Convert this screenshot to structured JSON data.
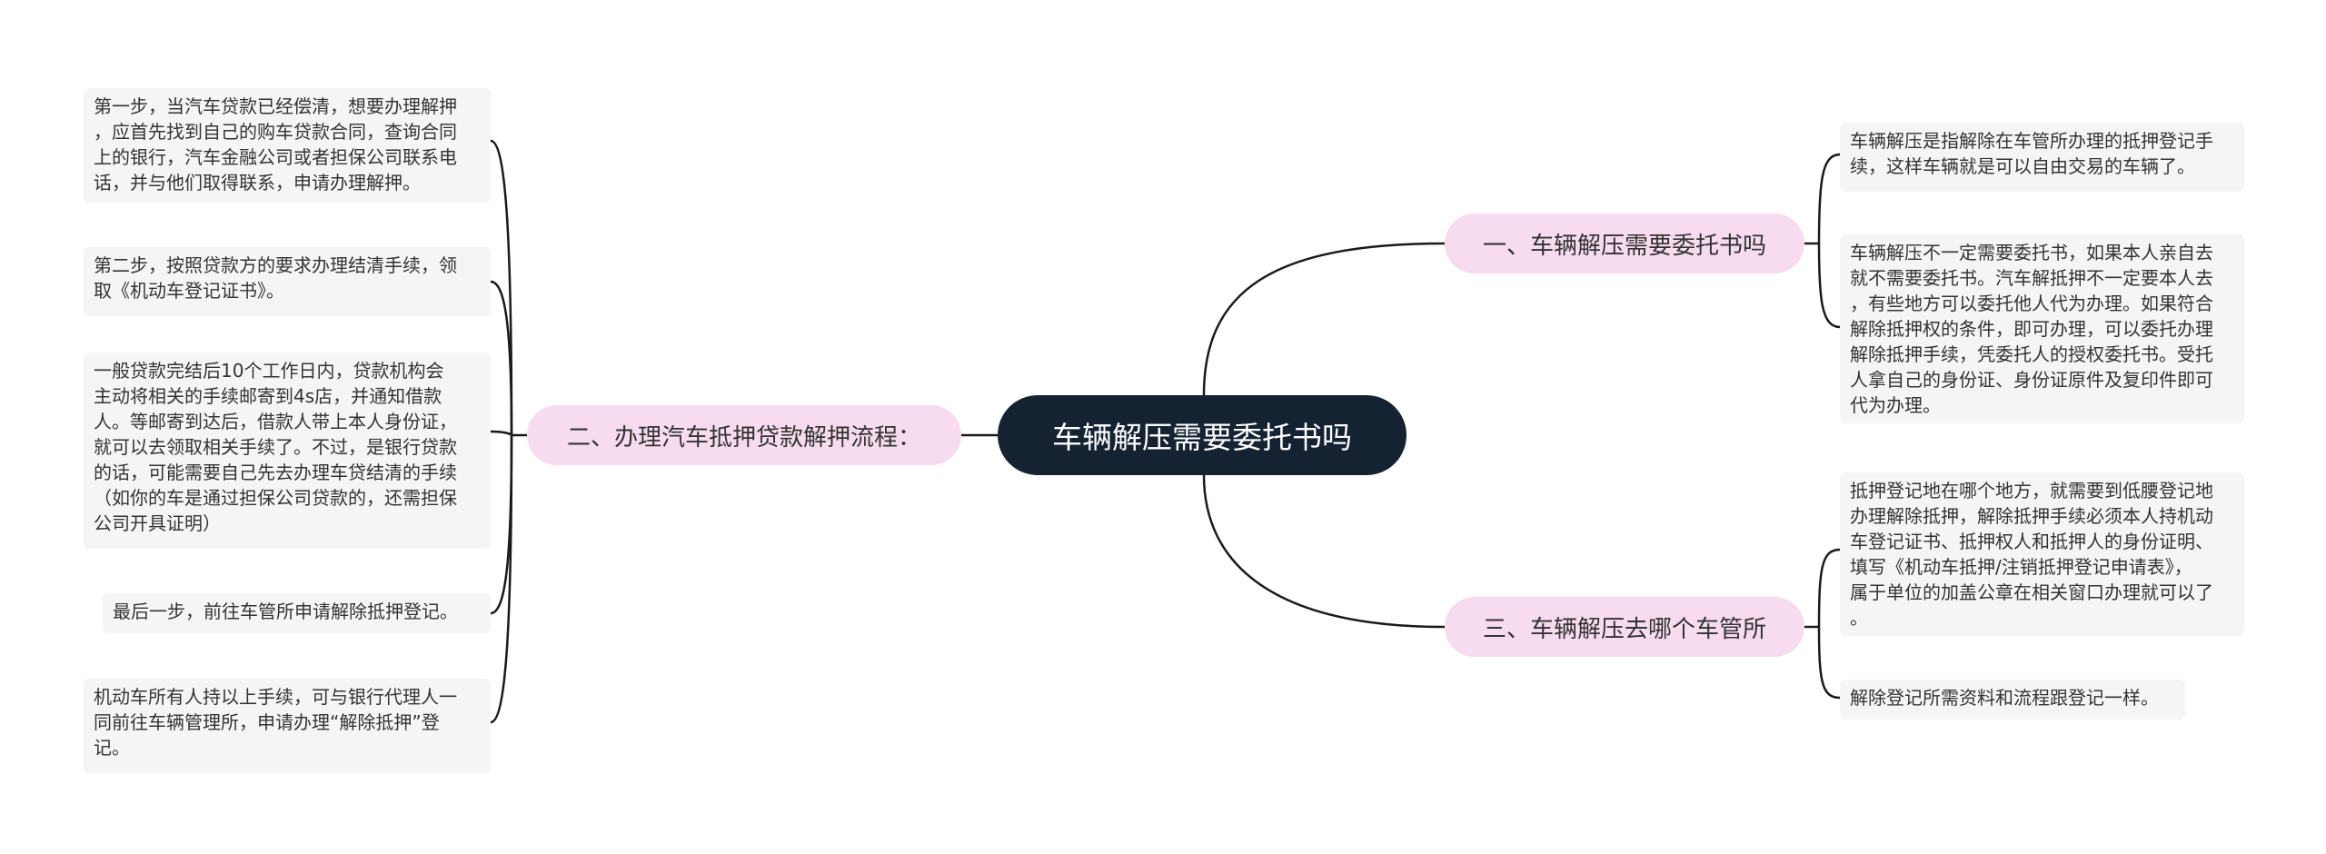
{
  "root": {
    "label": "车辆解压需要委托书吗"
  },
  "branches": [
    {
      "label": "一、车辆解压需要委托书吗",
      "items": [
        "车辆解压是指解除在车管所办理的抵押登记手\n续，这样车辆就是可以自由交易的车辆了。",
        "车辆解压不一定需要委托书，如果本人亲自去\n就不需要委托书。汽车解抵押不一定要本人去\n，有些地方可以委托他人代为办理。如果符合\n解除抵押权的条件，即可办理，可以委托办理\n解除抵押手续，凭委托人的授权委托书。受托\n人拿自己的身份证、身份证原件及复印件即可\n代为办理。"
      ]
    },
    {
      "label": "二、办理汽车抵押贷款解押流程：",
      "items": [
        "第一步，当汽车贷款已经偿清，想要办理解押\n，应首先找到自己的购车贷款合同，查询合同\n上的银行，汽车金融公司或者担保公司联系电\n话，并与他们取得联系，申请办理解押。",
        "第二步，按照贷款方的要求办理结清手续，领\n取《机动车登记证书》。",
        "一般贷款完结后10个工作日内，贷款机构会\n主动将相关的手续邮寄到4s店，并通知借款\n人。等邮寄到达后，借款人带上本人身份证，\n就可以去领取相关手续了。不过，是银行贷款\n的话，可能需要自己先去办理车贷结清的手续\n（如你的车是通过担保公司贷款的，还需担保\n公司开具证明）",
        "最后一步，前往车管所申请解除抵押登记。",
        "机动车所有人持以上手续，可与银行代理人一\n同前往车辆管理所，申请办理“解除抵押”登\n记。"
      ]
    },
    {
      "label": "三、车辆解压去哪个车管所",
      "items": [
        "抵押登记地在哪个地方，就需要到低腰登记地\n办理解除抵押，解除抵押手续必须本人持机动\n车登记证书、抵押权人和抵押人的身份证明、\n填写《机动车抵押/注销抵押登记申请表》，\n属于单位的加盖公章在相关窗口办理就可以了\n。",
        "解除登记所需资料和流程跟登记一样。"
      ]
    }
  ],
  "colors": {
    "root_bg": "#142232",
    "branch_bg": "#f7dbee",
    "leaf_bg": "#f5f5f5",
    "line": "#1a1a1a"
  }
}
